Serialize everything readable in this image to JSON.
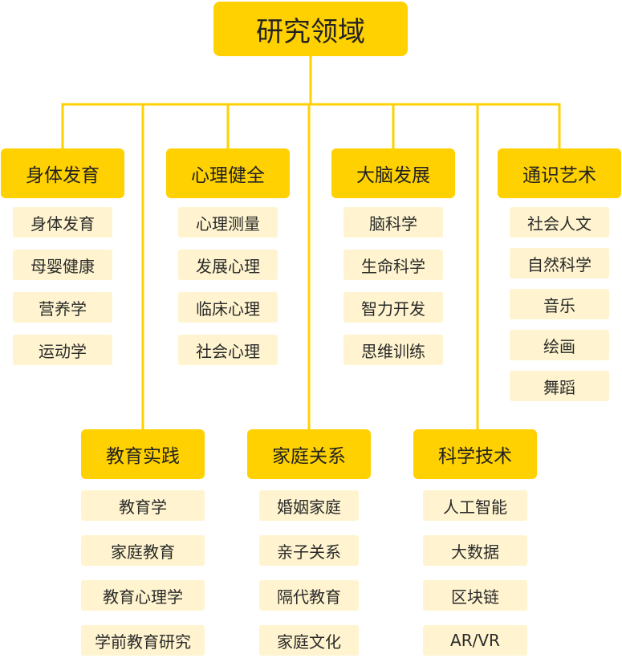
{
  "colors": {
    "header": "#FFD100",
    "item": "#FFF4CF",
    "line": "#FFD100",
    "text": "#222222"
  },
  "root": "研究领域",
  "categories": [
    {
      "title": "身体发育",
      "items": [
        "身体发育",
        "母婴健康",
        "营养学",
        "运动学"
      ]
    },
    {
      "title": "心理健全",
      "items": [
        "心理测量",
        "发展心理",
        "临床心理",
        "社会心理"
      ]
    },
    {
      "title": "大脑发展",
      "items": [
        "脑科学",
        "生命科学",
        "智力开发",
        "思维训练"
      ]
    },
    {
      "title": "通识艺术",
      "items": [
        "社会人文",
        "自然科学",
        "音乐",
        "绘画",
        "舞蹈"
      ]
    },
    {
      "title": "教育实践",
      "items": [
        "教育学",
        "家庭教育",
        "教育心理学",
        "学前教育研究"
      ]
    },
    {
      "title": "家庭关系",
      "items": [
        "婚姻家庭",
        "亲子关系",
        "隔代教育",
        "家庭文化"
      ]
    },
    {
      "title": "科学技术",
      "items": [
        "人工智能",
        "大数据",
        "区块链",
        "AR/VR"
      ]
    }
  ]
}
